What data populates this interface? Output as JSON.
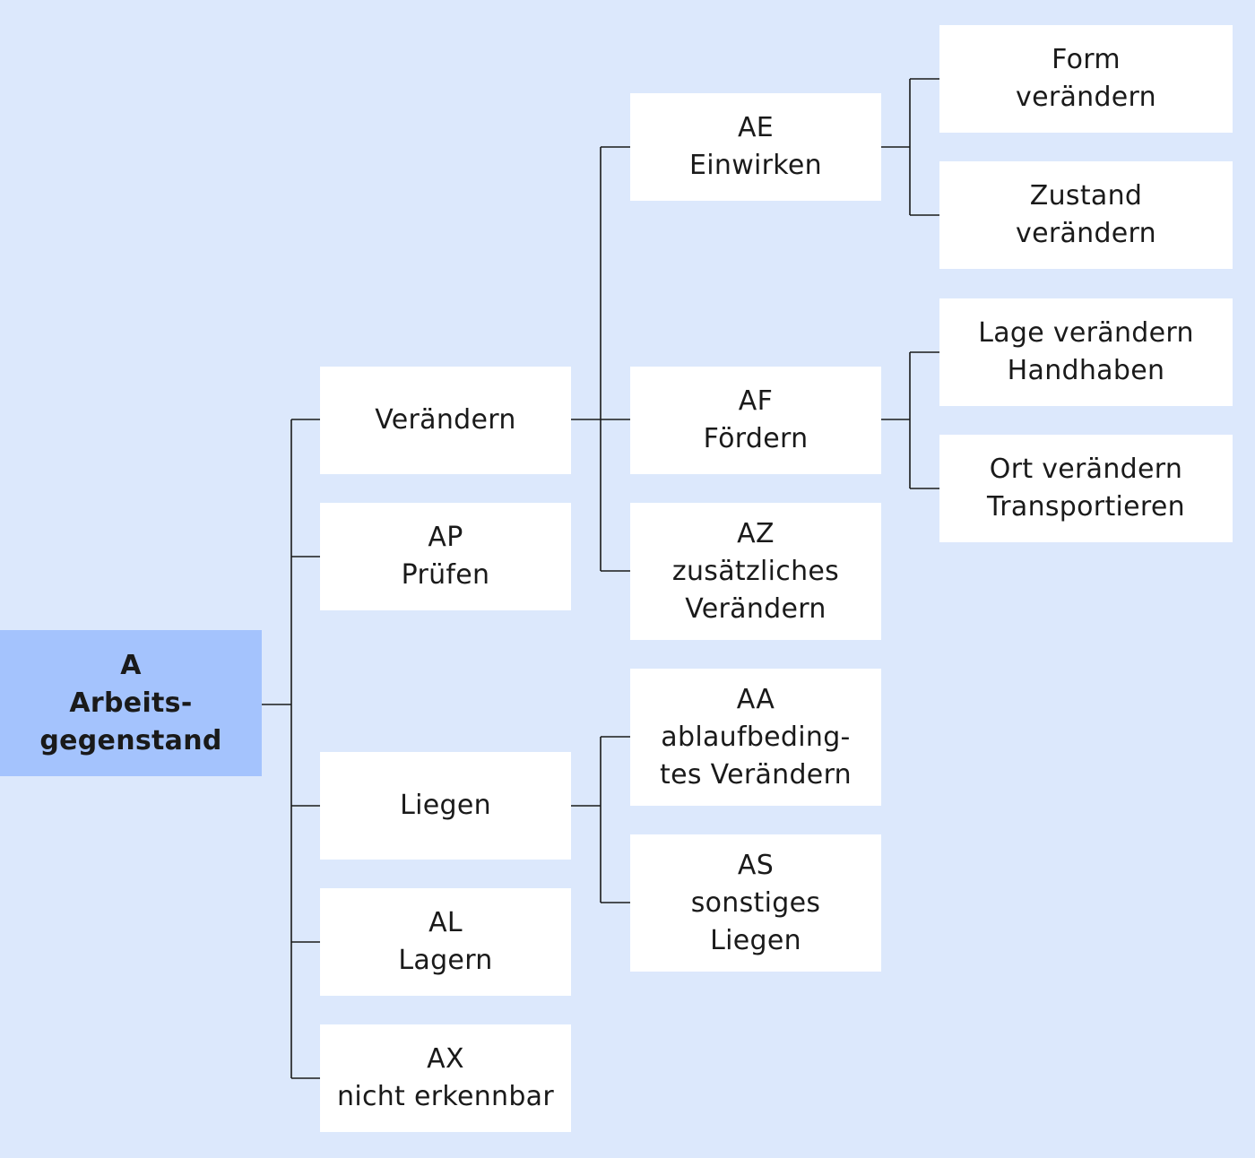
{
  "diagram": {
    "colors": {
      "background": "#dce8fc",
      "root_fill": "#a4c3fd",
      "node_fill": "#ffffff",
      "line": "#1a1a1a"
    },
    "root": {
      "code": "A",
      "line1": "Arbeits-",
      "line2": "gegenstand"
    },
    "level1": {
      "veraendern": {
        "text": "Verändern"
      },
      "pruefen": {
        "code": "AP",
        "text": "Prüfen"
      },
      "liegen": {
        "text": "Liegen"
      },
      "lagern": {
        "code": "AL",
        "text": "Lagern"
      },
      "nicht_erkennbar": {
        "code": "AX",
        "text": "nicht erkennbar"
      }
    },
    "level2": {
      "einwirken": {
        "code": "AE",
        "text": "Einwirken"
      },
      "foerdern": {
        "code": "AF",
        "text": "Fördern"
      },
      "zusaetzlich": {
        "code": "AZ",
        "line1": "zusätzliches",
        "line2": "Verändern"
      },
      "ablauf": {
        "code": "AA",
        "line1": "ablaufbeding-",
        "line2": "tes Verändern"
      },
      "sonstiges": {
        "code": "AS",
        "line1": "sonstiges",
        "line2": "Liegen"
      }
    },
    "level3": {
      "form": {
        "line1": "Form",
        "line2": "verändern"
      },
      "zustand": {
        "line1": "Zustand",
        "line2": "verändern"
      },
      "lage": {
        "line1": "Lage verändern",
        "line2": "Handhaben"
      },
      "ort": {
        "line1": "Ort verändern",
        "line2": "Transportieren"
      }
    }
  }
}
